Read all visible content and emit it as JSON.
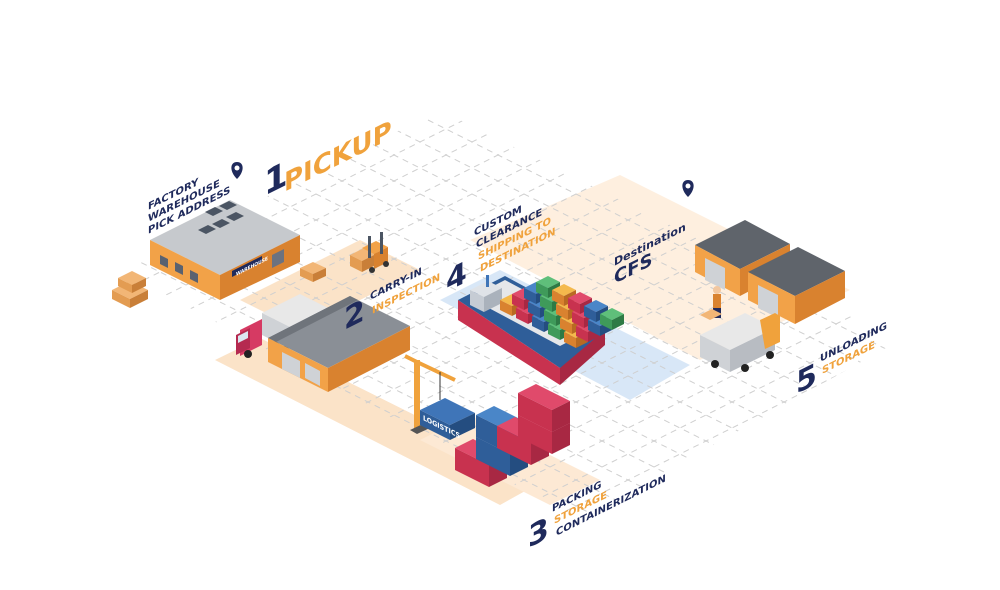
{
  "palette": {
    "navy": "#1f2a5c",
    "orange": "#f0a23c",
    "warehouse_orange": "#f2a248",
    "warehouse_dark": "#d9822f",
    "roof_gray": "#8a8f96",
    "roof_dark": "#5f646b",
    "path_tint": "#fbe3c8",
    "water_tint": "#d8e7f7",
    "grid_line": "#c9c9c9"
  },
  "steps": [
    {
      "number": "1",
      "title": "PICKUP",
      "details": [
        "FACTORY",
        "WAREHOUSE",
        "PICK ADDRESS"
      ],
      "pin_icon": "location-pin-icon"
    },
    {
      "number": "2",
      "lines": [
        "CARRY-IN",
        "INSPECTION"
      ]
    },
    {
      "number": "3",
      "lines": [
        "PACKING",
        "STORAGE",
        "CONTAINERIZATION"
      ]
    },
    {
      "number": "4",
      "lines": [
        "CUSTOM",
        "CLEARANCE",
        "SHIPPING TO",
        "DESTINATION"
      ]
    },
    {
      "number": "5",
      "lines": [
        "UNLOADING",
        "STORAGE"
      ]
    }
  ],
  "destination": {
    "lines": [
      "Destination",
      "CFS"
    ],
    "pin_icon": "location-pin-icon"
  },
  "signs": {
    "warehouse": "WAREHOUSE",
    "logistics": "LOGISTICS"
  }
}
